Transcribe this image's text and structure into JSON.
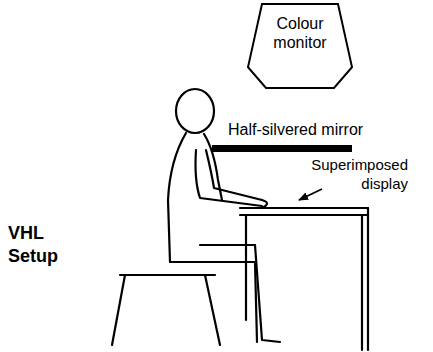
{
  "diagram": {
    "nodes": [
      {
        "text": [
          "Colour monitor"
        ]
      }
    ],
    "labels": [
      "Half-silvered mirror",
      "Superimposed display",
      "VHL Setup"
    ]
  }
}
